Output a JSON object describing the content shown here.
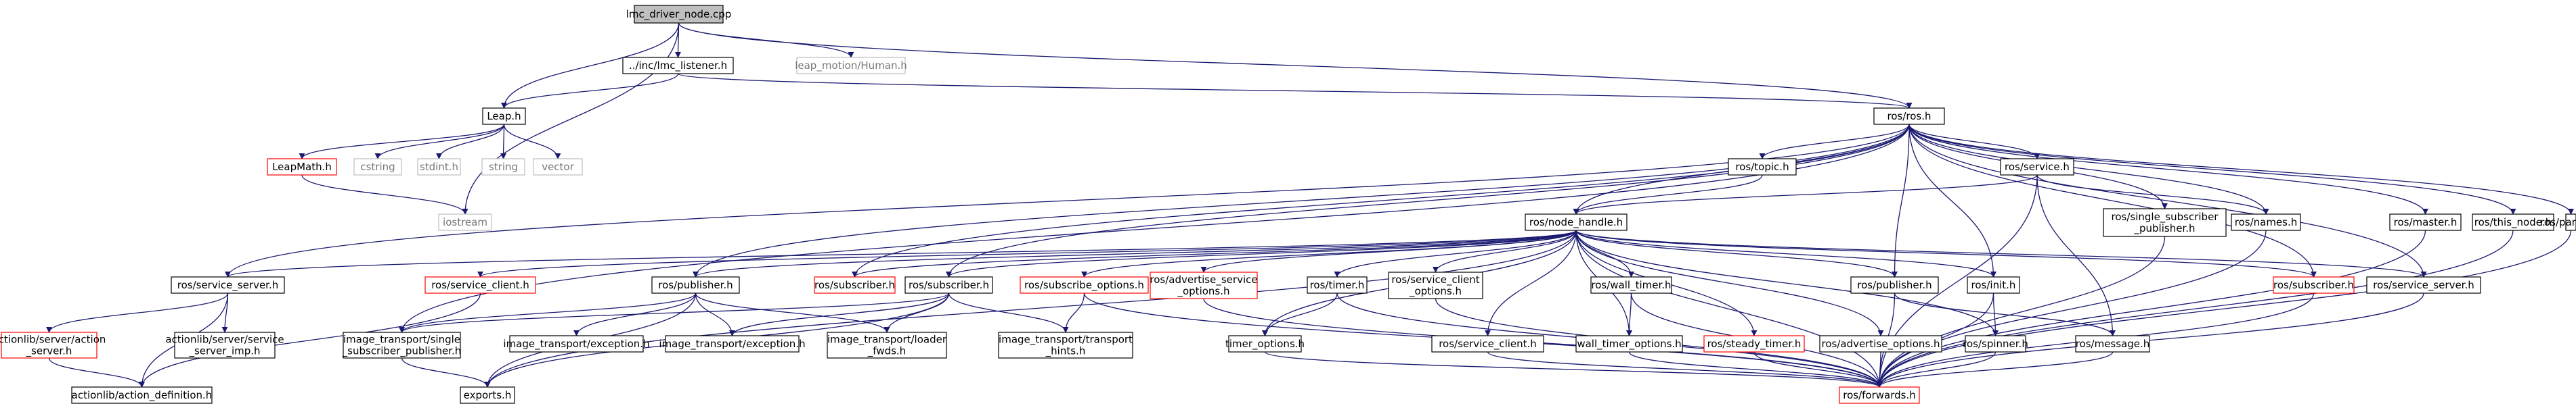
{
  "nodes": [
    {
      "id": "root",
      "lines": [
        "lmc_driver_node.cpp"
      ],
      "style": "root"
    },
    {
      "id": "lmc_listener",
      "lines": [
        "../inc/lmc_listener.h"
      ],
      "style": "normal"
    },
    {
      "id": "human",
      "lines": [
        "leap_motion/Human.h"
      ],
      "style": "missing"
    },
    {
      "id": "leap",
      "lines": [
        "Leap.h"
      ],
      "style": "normal"
    },
    {
      "id": "rosros",
      "lines": [
        "ros/ros.h"
      ],
      "style": "normal"
    },
    {
      "id": "leapmath",
      "lines": [
        "LeapMath.h"
      ],
      "style": "red"
    },
    {
      "id": "cstring",
      "lines": [
        "cstring"
      ],
      "style": "missing"
    },
    {
      "id": "stdint",
      "lines": [
        "stdint.h"
      ],
      "style": "missing"
    },
    {
      "id": "string",
      "lines": [
        "string"
      ],
      "style": "missing"
    },
    {
      "id": "vector",
      "lines": [
        "vector"
      ],
      "style": "missing"
    },
    {
      "id": "iostream",
      "lines": [
        "iostream"
      ],
      "style": "missing"
    },
    {
      "id": "topic",
      "lines": [
        "ros/topic.h"
      ],
      "style": "normal"
    },
    {
      "id": "service",
      "lines": [
        "ros/service.h"
      ],
      "style": "normal"
    },
    {
      "id": "single_sub_pub",
      "lines": [
        "ros/single_subscriber",
        "_publisher.h"
      ],
      "style": "normal"
    },
    {
      "id": "names",
      "lines": [
        "ros/names.h"
      ],
      "style": "normal"
    },
    {
      "id": "master",
      "lines": [
        "ros/master.h"
      ],
      "style": "normal"
    },
    {
      "id": "this_node",
      "lines": [
        "ros/this_node.h"
      ],
      "style": "normal"
    },
    {
      "id": "param",
      "lines": [
        "ros/param.h"
      ],
      "style": "normal"
    },
    {
      "id": "node_handle",
      "lines": [
        "ros/node_handle.h"
      ],
      "style": "normal"
    },
    {
      "id": "service_server_l",
      "lines": [
        "ros/service_server.h"
      ],
      "style": "normal"
    },
    {
      "id": "service_client_l",
      "lines": [
        "ros/service_client.h"
      ],
      "style": "red"
    },
    {
      "id": "publisher_l",
      "lines": [
        "ros/publisher.h"
      ],
      "style": "normal"
    },
    {
      "id": "subscriber_red_l",
      "lines": [
        "ros/subscriber.h"
      ],
      "style": "red"
    },
    {
      "id": "subscriber_l",
      "lines": [
        "ros/subscriber.h"
      ],
      "style": "normal"
    },
    {
      "id": "subscribe_options",
      "lines": [
        "ros/subscribe_options.h"
      ],
      "style": "red"
    },
    {
      "id": "advertise_service_options",
      "lines": [
        "ros/advertise_service",
        "_options.h"
      ],
      "style": "red"
    },
    {
      "id": "timer",
      "lines": [
        "ros/timer.h"
      ],
      "style": "normal"
    },
    {
      "id": "service_client_options",
      "lines": [
        "ros/service_client",
        "_options.h"
      ],
      "style": "normal"
    },
    {
      "id": "wall_timer",
      "lines": [
        "ros/wall_timer.h"
      ],
      "style": "normal"
    },
    {
      "id": "publisher_r",
      "lines": [
        "ros/publisher.h"
      ],
      "style": "normal"
    },
    {
      "id": "init",
      "lines": [
        "ros/init.h"
      ],
      "style": "normal"
    },
    {
      "id": "subscriber_red_r",
      "lines": [
        "ros/subscriber.h"
      ],
      "style": "red"
    },
    {
      "id": "service_server_r",
      "lines": [
        "ros/service_server.h"
      ],
      "style": "normal"
    },
    {
      "id": "action_server",
      "lines": [
        "actionlib/server/action",
        "_server.h"
      ],
      "style": "red"
    },
    {
      "id": "service_server_imp",
      "lines": [
        "actionlib/server/service",
        "_server_imp.h"
      ],
      "style": "normal"
    },
    {
      "id": "action_definition",
      "lines": [
        "actionlib/action_definition.h"
      ],
      "style": "normal"
    },
    {
      "id": "image_single_sub_pub",
      "lines": [
        "image_transport/single",
        "_subscriber_publisher.h"
      ],
      "style": "normal"
    },
    {
      "id": "exception1",
      "lines": [
        "image_transport/exception.h"
      ],
      "style": "normal"
    },
    {
      "id": "exception2",
      "lines": [
        "image_transport/exception.h"
      ],
      "style": "normal"
    },
    {
      "id": "loader_fwds",
      "lines": [
        "image_transport/loader",
        "_fwds.h"
      ],
      "style": "normal"
    },
    {
      "id": "transport_hints",
      "lines": [
        "image_transport/transport",
        "_hints.h"
      ],
      "style": "normal"
    },
    {
      "id": "exports",
      "lines": [
        "exports.h"
      ],
      "style": "normal"
    },
    {
      "id": "timer_options",
      "lines": [
        "timer_options.h"
      ],
      "style": "normal"
    },
    {
      "id": "service_client_c",
      "lines": [
        "ros/service_client.h"
      ],
      "style": "normal"
    },
    {
      "id": "wall_timer_options",
      "lines": [
        "wall_timer_options.h"
      ],
      "style": "normal"
    },
    {
      "id": "steady_timer",
      "lines": [
        "ros/steady_timer.h"
      ],
      "style": "red"
    },
    {
      "id": "advertise_options",
      "lines": [
        "ros/advertise_options.h"
      ],
      "style": "normal"
    },
    {
      "id": "spinner",
      "lines": [
        "ros/spinner.h"
      ],
      "style": "normal"
    },
    {
      "id": "message",
      "lines": [
        "ros/message.h"
      ],
      "style": "normal"
    },
    {
      "id": "forwards",
      "lines": [
        "ros/forwards.h"
      ],
      "style": "red"
    }
  ],
  "edges": [
    [
      "root",
      "lmc_listener"
    ],
    [
      "root",
      "human"
    ],
    [
      "root",
      "leap"
    ],
    [
      "root",
      "iostream"
    ],
    [
      "root",
      "rosros"
    ],
    [
      "lmc_listener",
      "leap"
    ],
    [
      "lmc_listener",
      "rosros"
    ],
    [
      "leap",
      "leapmath"
    ],
    [
      "leap",
      "cstring"
    ],
    [
      "leap",
      "stdint"
    ],
    [
      "leap",
      "string"
    ],
    [
      "leap",
      "vector"
    ],
    [
      "leapmath",
      "iostream"
    ],
    [
      "rosros",
      "topic"
    ],
    [
      "rosros",
      "service"
    ],
    [
      "rosros",
      "single_sub_pub"
    ],
    [
      "rosros",
      "names"
    ],
    [
      "rosros",
      "master"
    ],
    [
      "rosros",
      "this_node"
    ],
    [
      "rosros",
      "param"
    ],
    [
      "rosros",
      "node_handle"
    ],
    [
      "rosros",
      "service_server_l"
    ],
    [
      "rosros",
      "publisher_l"
    ],
    [
      "rosros",
      "subscriber_red_l"
    ],
    [
      "rosros",
      "subscriber_l"
    ],
    [
      "rosros",
      "publisher_r"
    ],
    [
      "rosros",
      "init"
    ],
    [
      "rosros",
      "subscriber_red_r"
    ],
    [
      "rosros",
      "service_server_r"
    ],
    [
      "rosros",
      "image_single_sub_pub"
    ],
    [
      "topic",
      "node_handle"
    ],
    [
      "service",
      "node_handle"
    ],
    [
      "service",
      "names"
    ],
    [
      "service",
      "message"
    ],
    [
      "service",
      "forwards"
    ],
    [
      "single_sub_pub",
      "forwards"
    ],
    [
      "names",
      "forwards"
    ],
    [
      "master",
      "forwards"
    ],
    [
      "this_node",
      "forwards"
    ],
    [
      "param",
      "forwards"
    ],
    [
      "node_handle",
      "service_server_l"
    ],
    [
      "node_handle",
      "service_client_l"
    ],
    [
      "node_handle",
      "publisher_l"
    ],
    [
      "node_handle",
      "subscriber_red_l"
    ],
    [
      "node_handle",
      "subscriber_l"
    ],
    [
      "node_handle",
      "subscribe_options"
    ],
    [
      "node_handle",
      "advertise_service_options"
    ],
    [
      "node_handle",
      "timer"
    ],
    [
      "node_handle",
      "service_client_options"
    ],
    [
      "node_handle",
      "wall_timer"
    ],
    [
      "node_handle",
      "publisher_r"
    ],
    [
      "node_handle",
      "init"
    ],
    [
      "node_handle",
      "subscriber_red_r"
    ],
    [
      "node_handle",
      "service_server_r"
    ],
    [
      "node_handle",
      "timer_options"
    ],
    [
      "node_handle",
      "service_client_c"
    ],
    [
      "node_handle",
      "wall_timer_options"
    ],
    [
      "node_handle",
      "steady_timer"
    ],
    [
      "node_handle",
      "advertise_options"
    ],
    [
      "node_handle",
      "spinner"
    ],
    [
      "node_handle",
      "forwards"
    ],
    [
      "node_handle",
      "exports"
    ],
    [
      "service_server_l",
      "action_server"
    ],
    [
      "service_server_l",
      "service_server_imp"
    ],
    [
      "service_server_l",
      "action_definition"
    ],
    [
      "service_client_l",
      "action_definition"
    ],
    [
      "action_server",
      "action_definition"
    ],
    [
      "publisher_l",
      "image_single_sub_pub"
    ],
    [
      "publisher_l",
      "exception1"
    ],
    [
      "publisher_l",
      "exception2"
    ],
    [
      "publisher_l",
      "loader_fwds"
    ],
    [
      "publisher_l",
      "exports"
    ],
    [
      "subscriber_l",
      "image_single_sub_pub"
    ],
    [
      "subscriber_l",
      "exception2"
    ],
    [
      "subscriber_l",
      "loader_fwds"
    ],
    [
      "subscriber_l",
      "transport_hints"
    ],
    [
      "subscriber_l",
      "exports"
    ],
    [
      "image_single_sub_pub",
      "exports"
    ],
    [
      "subscribe_options",
      "transport_hints"
    ],
    [
      "subscribe_options",
      "forwards"
    ],
    [
      "advertise_service_options",
      "forwards"
    ],
    [
      "timer",
      "timer_options"
    ],
    [
      "timer",
      "forwards"
    ],
    [
      "service_client_options",
      "forwards"
    ],
    [
      "wall_timer",
      "wall_timer_options"
    ],
    [
      "wall_timer",
      "forwards"
    ],
    [
      "timer_options",
      "forwards"
    ],
    [
      "service_client_c",
      "forwards"
    ],
    [
      "wall_timer_options",
      "forwards"
    ],
    [
      "steady_timer",
      "forwards"
    ],
    [
      "advertise_options",
      "forwards"
    ],
    [
      "publisher_r",
      "message"
    ],
    [
      "publisher_r",
      "forwards"
    ],
    [
      "init",
      "spinner"
    ],
    [
      "init",
      "forwards"
    ],
    [
      "subscriber_red_r",
      "forwards"
    ],
    [
      "service_server_r",
      "forwards"
    ],
    [
      "spinner",
      "forwards"
    ],
    [
      "message",
      "forwards"
    ]
  ],
  "colors": {
    "edge": "#191970",
    "border_normal": "#000000",
    "border_red": "#ff0000",
    "border_missing": "#bfbfbf",
    "text_normal": "#000000",
    "text_missing": "#777777",
    "root_fill": "#bfbfbf"
  }
}
